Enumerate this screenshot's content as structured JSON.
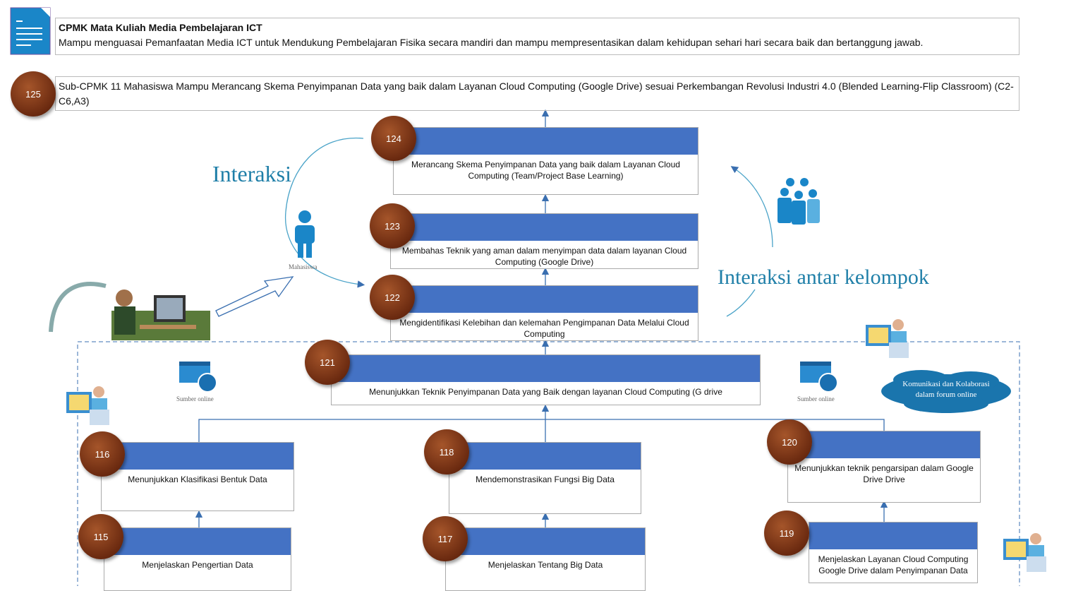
{
  "cpmk": {
    "title": "CPMK Mata Kuliah Media Pembelajaran ICT",
    "text": "Mampu menguasai Pemanfaatan Media ICT untuk Mendukung Pembelajaran Fisika secara mandiri dan mampu mempresentasikan dalam kehidupan sehari hari secara baik dan bertanggung jawab."
  },
  "sub_cpmk": {
    "number": "125",
    "text": "Sub-CPMK 11 Mahasiswa Mampu Merancang Skema Penyimpanan Data yang baik dalam Layanan Cloud Computing (Google Drive) sesuai Perkembangan Revolusi Industri 4.0 (Blended Learning-Flip Classroom) (C2-C6,A3)"
  },
  "nodes": [
    {
      "number": "124",
      "text": "Merancang Skema Penyimpanan Data yang baik dalam Layanan Cloud Computing (Team/Project Base Learning)"
    },
    {
      "number": "123",
      "text": "Membahas Teknik yang aman dalam menyimpan data dalam layanan Cloud Computing (Google Drive)"
    },
    {
      "number": "122",
      "text": "Mengidentifikasi Kelebihan dan kelemahan Pengimpanan Data Melalui Cloud Computing"
    },
    {
      "number": "121",
      "text": "Menunjukkan Teknik Penyimpanan Data yang Baik dengan layanan Cloud Computing (G drive"
    },
    {
      "number": "116",
      "text": "Menunjukkan Klasifikasi Bentuk Data"
    },
    {
      "number": "118",
      "text": "Mendemonstrasikan Fungsi Big Data"
    },
    {
      "number": "120",
      "text": "Menunjukkan teknik pengarsipan dalam Google Drive Drive"
    },
    {
      "number": "115",
      "text": "Menjelaskan Pengertian Data"
    },
    {
      "number": "117",
      "text": "Menjelaskan Tentang Big Data"
    },
    {
      "number": "119",
      "text": "Menjelaskan Layanan Cloud Computing Google Drive dalam Penyimpanan Data"
    }
  ],
  "labels": {
    "interaksi": "Interaksi",
    "interaksi_kelompok": "Interaksi antar kelompok",
    "mahasiswa": "Mahasiswa",
    "sumber_online": "Sumber online",
    "cloud": "Komunikasi dan Kolaborasi dalam forum online"
  },
  "colors": {
    "bar": "#4472c4",
    "badge": "#7a3414",
    "accent": "#1f7fa8"
  }
}
